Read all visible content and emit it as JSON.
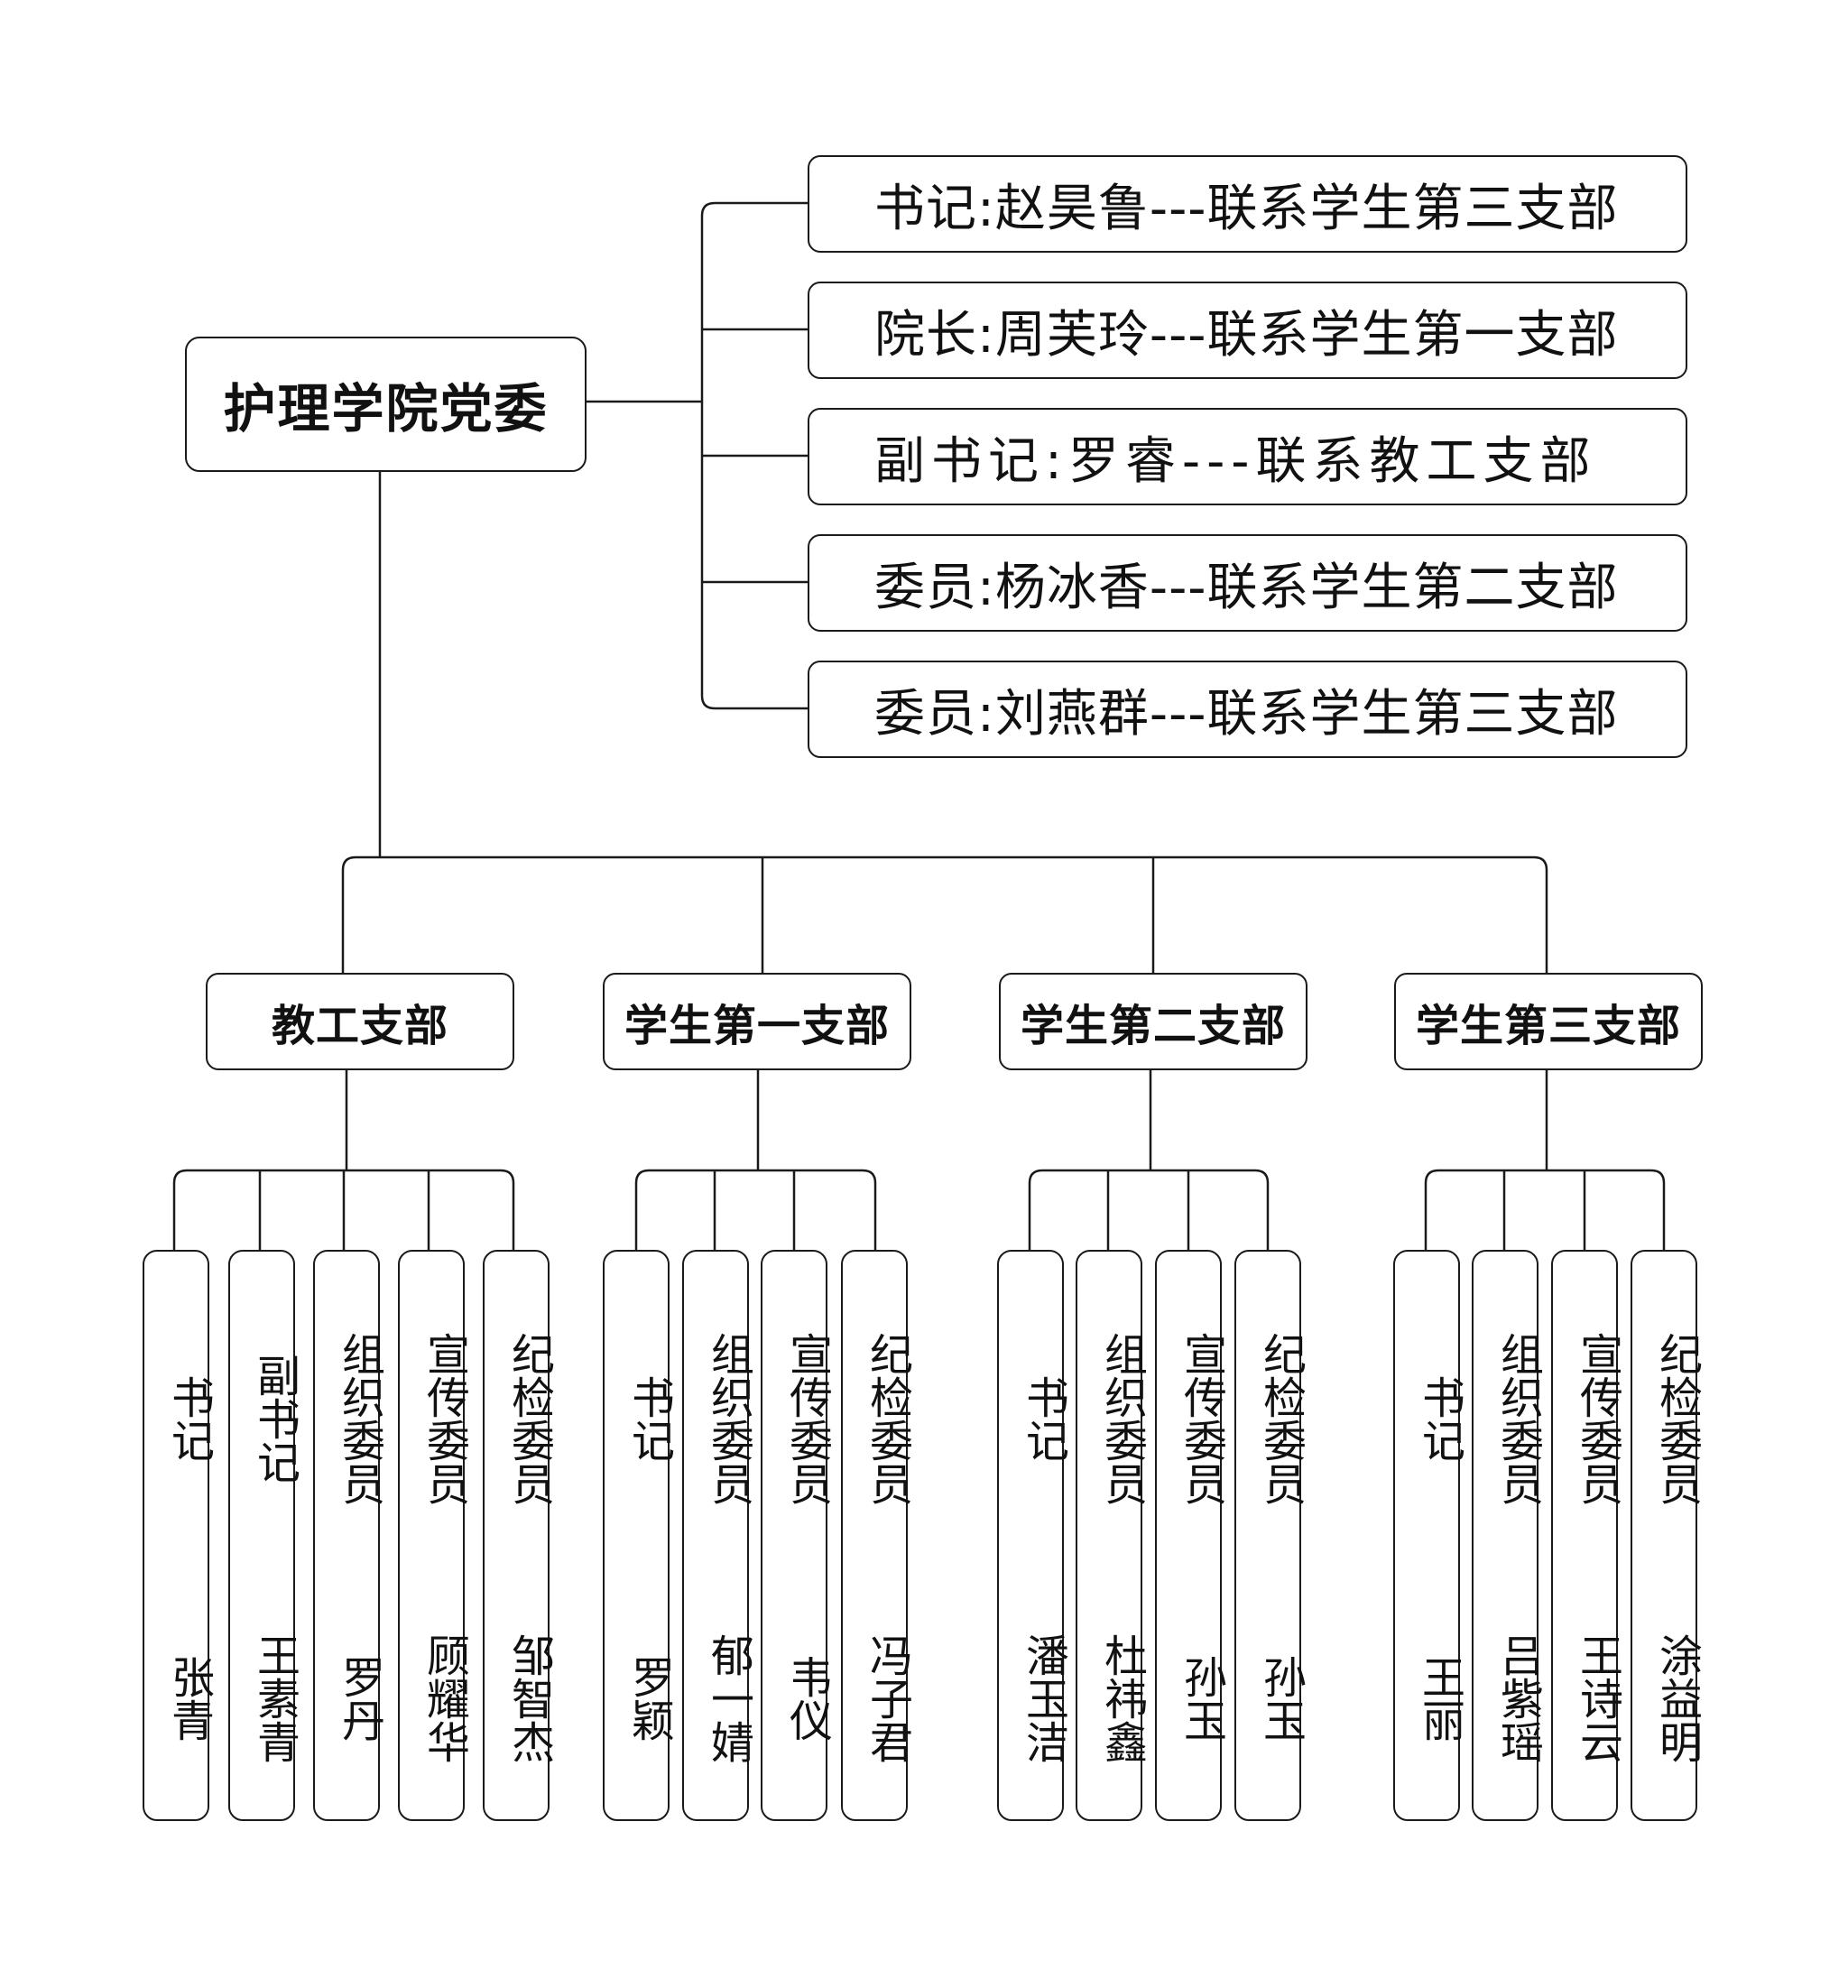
{
  "root": {
    "label": "护理学院党委"
  },
  "committee_members": [
    {
      "label": "书记:赵昊鲁---联系学生第三支部"
    },
    {
      "label": "院长:周芙玲---联系学生第一支部"
    },
    {
      "label": "副书记:罗睿---联系教工支部"
    },
    {
      "label": "委员:杨冰香---联系学生第二支部"
    },
    {
      "label": "委员:刘燕群---联系学生第三支部"
    }
  ],
  "branches": [
    {
      "label": "教工支部",
      "roles": [
        {
          "title": "书记",
          "name": "张青"
        },
        {
          "title": "副书记",
          "name": "王素青"
        },
        {
          "title": "组织委员",
          "name": "罗丹"
        },
        {
          "title": "宣传委员",
          "name": "顾耀华"
        },
        {
          "title": "纪检委员",
          "name": "邹智杰"
        }
      ]
    },
    {
      "label": "学生第一支部",
      "roles": [
        {
          "title": "书记",
          "name": "罗颖"
        },
        {
          "title": "组织委员",
          "name": "郁一婧"
        },
        {
          "title": "宣传委员",
          "name": "韦仪"
        },
        {
          "title": "纪检委员",
          "name": "冯子君"
        }
      ]
    },
    {
      "label": "学生第二支部",
      "roles": [
        {
          "title": "书记",
          "name": "潘玉洁"
        },
        {
          "title": "组织委员",
          "name": "杜祎鑫"
        },
        {
          "title": "宣传委员",
          "name": "孙玉"
        },
        {
          "title": "纪检委员",
          "name": "孙玉"
        }
      ]
    },
    {
      "label": "学生第三支部",
      "roles": [
        {
          "title": "书记",
          "name": "王丽"
        },
        {
          "title": "组织委员",
          "name": "吕紫瑶"
        },
        {
          "title": "宣传委员",
          "name": "王诗云"
        },
        {
          "title": "纪检委员",
          "name": "涂益明"
        }
      ]
    }
  ]
}
